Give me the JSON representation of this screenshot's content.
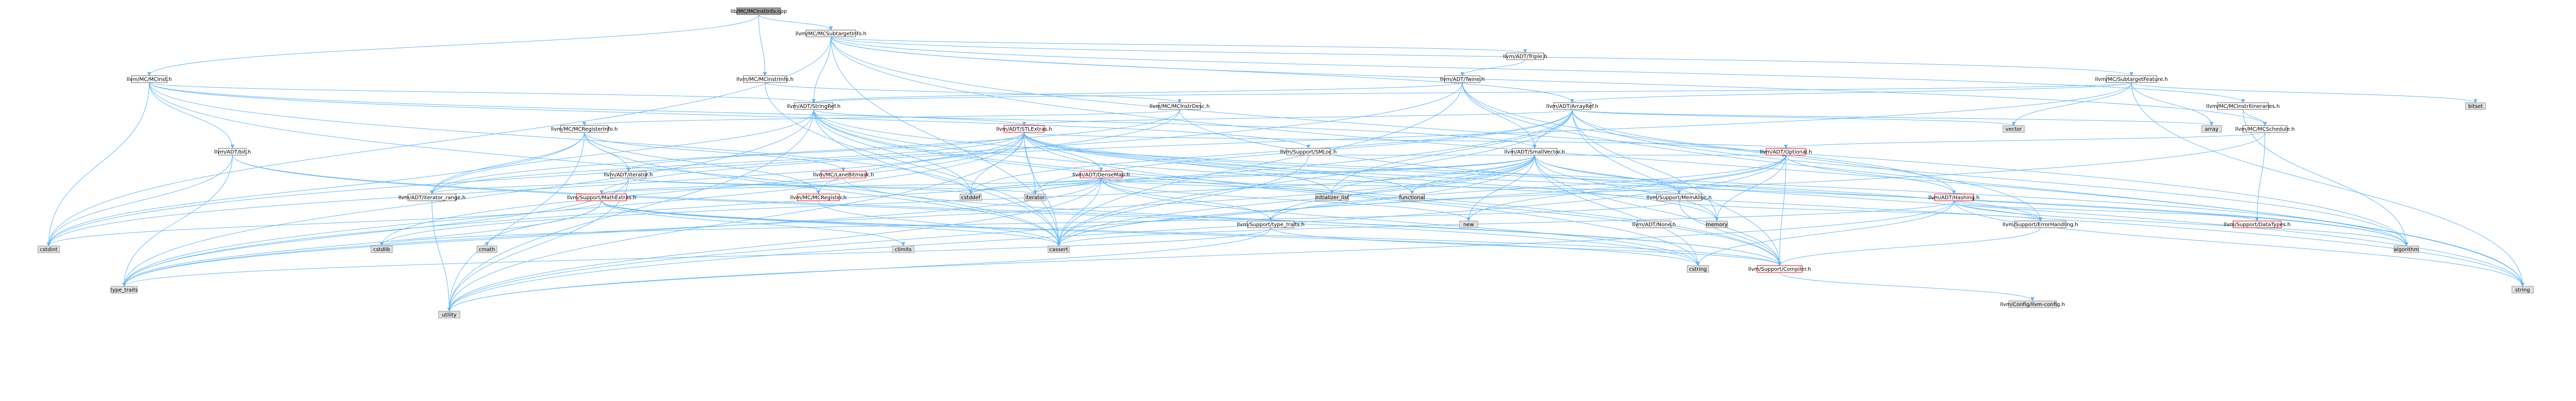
{
  "title": "",
  "colors": {
    "edge": "#63b8ff",
    "root_fill": "#999999",
    "file_fill": "#ffffff",
    "external_fill": "#e0e0e0",
    "truncated_border": "#ff0000"
  },
  "nodes": [
    {
      "id": "root",
      "label": "lib/MC/MCInstInfo.cpp",
      "kind": "root"
    },
    {
      "id": "mcsti",
      "label": "llvm/MC/MCSubtargetInfo.h",
      "kind": "file"
    },
    {
      "id": "mcinst",
      "label": "llvm/MC/MCInst.h",
      "kind": "file"
    },
    {
      "id": "mcinstinfo",
      "label": "llvm/MC/MCInstrInfo.h",
      "kind": "file"
    },
    {
      "id": "triple",
      "label": "llvm/ADT/Triple.h",
      "kind": "file"
    },
    {
      "id": "twine",
      "label": "llvm/ADT/Twine.h",
      "kind": "file"
    },
    {
      "id": "stf",
      "label": "llvm/MC/SubtargetFeature.h",
      "kind": "file"
    },
    {
      "id": "stringref",
      "label": "llvm/ADT/StringRef.h",
      "kind": "file"
    },
    {
      "id": "instrdesc",
      "label": "llvm/MC/MCInstrDesc.h",
      "kind": "file"
    },
    {
      "id": "arrayref",
      "label": "llvm/ADT/ArrayRef.h",
      "kind": "file"
    },
    {
      "id": "itin",
      "label": "llvm/MC/MCInstrItineraries.h",
      "kind": "file"
    },
    {
      "id": "sched",
      "label": "llvm/MC/MCSchedule.h",
      "kind": "file"
    },
    {
      "id": "bitset",
      "label": "bitset",
      "kind": "ext"
    },
    {
      "id": "reginfo",
      "label": "llvm/MC/MCRegisterInfo.h",
      "kind": "file"
    },
    {
      "id": "stlextras",
      "label": "llvm/ADT/STLExtras.h",
      "kind": "trunc"
    },
    {
      "id": "smloc",
      "label": "llvm/Support/SMLoc.h",
      "kind": "file"
    },
    {
      "id": "smallvec",
      "label": "llvm/ADT/SmallVector.h",
      "kind": "file"
    },
    {
      "id": "optional",
      "label": "llvm/ADT/Optional.h",
      "kind": "trunc"
    },
    {
      "id": "adtbit",
      "label": "llvm/ADT/bit.h",
      "kind": "file"
    },
    {
      "id": "iterator",
      "label": "llvm/ADT/iterator.h",
      "kind": "file"
    },
    {
      "id": "lanebit",
      "label": "llvm/MC/LaneBitmask.h",
      "kind": "trunc"
    },
    {
      "id": "densemap",
      "label": "llvm/ADT/DenseMap.h",
      "kind": "trunc"
    },
    {
      "id": "iterrange",
      "label": "llvm/ADT/iterator_range.h",
      "kind": "file"
    },
    {
      "id": "mathextras",
      "label": "llvm/Support/MathExtras.h",
      "kind": "trunc"
    },
    {
      "id": "mcregister",
      "label": "llvm/MC/MCRegister.h",
      "kind": "trunc"
    },
    {
      "id": "hashing",
      "label": "llvm/ADT/Hashing.h",
      "kind": "trunc"
    },
    {
      "id": "memalloc",
      "label": "llvm/Support/MemAlloc.h",
      "kind": "file"
    },
    {
      "id": "typetraits",
      "label": "llvm/Support/type_traits.h",
      "kind": "file"
    },
    {
      "id": "adtnone",
      "label": "llvm/ADT/None.h",
      "kind": "file"
    },
    {
      "id": "errhandling",
      "label": "llvm/Support/ErrorHandling.h",
      "kind": "file"
    },
    {
      "id": "datatypes",
      "label": "llvm/Support/DataTypes.h",
      "kind": "trunc"
    },
    {
      "id": "compiler",
      "label": "llvm/Support/Compiler.h",
      "kind": "trunc"
    },
    {
      "id": "llvmconfig",
      "label": "llvm/Config/llvm-config.h",
      "kind": "ext"
    },
    {
      "id": "vector",
      "label": "vector",
      "kind": "ext"
    },
    {
      "id": "array",
      "label": "array",
      "kind": "ext"
    },
    {
      "id": "cstdint",
      "label": "cstdint",
      "kind": "ext"
    },
    {
      "id": "typetraits_std",
      "label": "type_traits",
      "kind": "ext"
    },
    {
      "id": "utility",
      "label": "utility",
      "kind": "ext"
    },
    {
      "id": "cassert",
      "label": "cassert",
      "kind": "ext"
    },
    {
      "id": "string",
      "label": "string",
      "kind": "ext"
    },
    {
      "id": "algorithm",
      "label": "algorithm",
      "kind": "ext"
    },
    {
      "id": "cstddef",
      "label": "cstddef",
      "kind": "ext"
    },
    {
      "id": "iterator_std",
      "label": "iterator",
      "kind": "ext"
    },
    {
      "id": "initlist",
      "label": "initializer_list",
      "kind": "ext"
    },
    {
      "id": "functional",
      "label": "functional",
      "kind": "ext"
    },
    {
      "id": "memory",
      "label": "memory",
      "kind": "ext"
    },
    {
      "id": "new",
      "label": "new",
      "kind": "ext"
    },
    {
      "id": "cstring",
      "label": "cstring",
      "kind": "ext"
    },
    {
      "id": "climits",
      "label": "climits",
      "kind": "ext"
    },
    {
      "id": "cstdlib",
      "label": "cstdlib",
      "kind": "ext"
    },
    {
      "id": "cmath",
      "label": "cmath",
      "kind": "ext"
    }
  ],
  "edges": [
    [
      "root",
      "mcsti"
    ],
    [
      "root",
      "mcinst"
    ],
    [
      "root",
      "mcinstinfo"
    ],
    [
      "mcsti",
      "triple"
    ],
    [
      "mcsti",
      "stf"
    ],
    [
      "mcsti",
      "stringref"
    ],
    [
      "mcsti",
      "arrayref"
    ],
    [
      "mcsti",
      "itin"
    ],
    [
      "mcsti",
      "sched"
    ],
    [
      "mcsti",
      "cstdint"
    ],
    [
      "mcsti",
      "cassert"
    ],
    [
      "mcsti",
      "string"
    ],
    [
      "mcsti",
      "algorithm"
    ],
    [
      "mcinst",
      "stringref"
    ],
    [
      "mcinst",
      "smloc"
    ],
    [
      "mcinst",
      "smallvec"
    ],
    [
      "mcinst",
      "adtbit"
    ],
    [
      "mcinst",
      "cstddef"
    ],
    [
      "mcinst",
      "cassert"
    ],
    [
      "mcinst",
      "cstdint"
    ],
    [
      "mcinstinfo",
      "instrdesc"
    ],
    [
      "mcinstinfo",
      "cassert"
    ],
    [
      "triple",
      "twine"
    ],
    [
      "twine",
      "smallvec"
    ],
    [
      "twine",
      "stringref"
    ],
    [
      "twine",
      "errhandling"
    ],
    [
      "twine",
      "cassert"
    ],
    [
      "twine",
      "cstdint"
    ],
    [
      "twine",
      "string"
    ],
    [
      "stf",
      "arrayref"
    ],
    [
      "stf",
      "stringref"
    ],
    [
      "stf",
      "mathextras"
    ],
    [
      "stf",
      "array"
    ],
    [
      "stf",
      "bitset"
    ],
    [
      "stf",
      "vector"
    ],
    [
      "stf",
      "string"
    ],
    [
      "stringref",
      "stlextras"
    ],
    [
      "stringref",
      "iterrange"
    ],
    [
      "stringref",
      "compiler"
    ],
    [
      "stringref",
      "algorithm"
    ],
    [
      "stringref",
      "cassert"
    ],
    [
      "stringref",
      "cstddef"
    ],
    [
      "stringref",
      "cstring"
    ],
    [
      "stringref",
      "limits"
    ],
    [
      "stringref",
      "string"
    ],
    [
      "stringref",
      "typetraits_std"
    ],
    [
      "stringref",
      "utility"
    ],
    [
      "instrdesc",
      "reginfo"
    ],
    [
      "instrdesc",
      "iterrange"
    ],
    [
      "instrdesc",
      "mcregister"
    ],
    [
      "instrdesc",
      "string"
    ],
    [
      "arrayref",
      "hashing"
    ],
    [
      "arrayref",
      "none"
    ],
    [
      "arrayref",
      "smallvec"
    ],
    [
      "arrayref",
      "stlextras"
    ],
    [
      "arrayref",
      "compiler"
    ],
    [
      "arrayref",
      "algorithm"
    ],
    [
      "arrayref",
      "array"
    ],
    [
      "arrayref",
      "cassert"
    ],
    [
      "arrayref",
      "cstddef"
    ],
    [
      "arrayref",
      "initlist"
    ],
    [
      "arrayref",
      "iterator_std"
    ],
    [
      "arrayref",
      "memory"
    ],
    [
      "arrayref",
      "typetraits_std"
    ],
    [
      "arrayref",
      "vector"
    ],
    [
      "itin",
      "sched"
    ],
    [
      "itin",
      "algorithm"
    ],
    [
      "sched",
      "optional"
    ],
    [
      "sched",
      "datatypes"
    ],
    [
      "sched",
      "cassert"
    ],
    [
      "reginfo",
      "iterator"
    ],
    [
      "reginfo",
      "iterrange"
    ],
    [
      "reginfo",
      "lanebit"
    ],
    [
      "reginfo",
      "mcregister"
    ],
    [
      "reginfo",
      "cassert"
    ],
    [
      "reginfo",
      "cstdint"
    ],
    [
      "reginfo",
      "utility"
    ],
    [
      "stlextras",
      "optional"
    ],
    [
      "stlextras",
      "densemap"
    ],
    [
      "stlextras",
      "iterator"
    ],
    [
      "stlextras",
      "iterrange"
    ],
    [
      "stlextras",
      "compiler"
    ],
    [
      "stlextras",
      "errhandling"
    ],
    [
      "stlextras",
      "algorithm"
    ],
    [
      "stlextras",
      "cassert"
    ],
    [
      "stlextras",
      "cstddef"
    ],
    [
      "stlextras",
      "cstdint"
    ],
    [
      "stlextras",
      "cstdlib"
    ],
    [
      "stlextras",
      "functional"
    ],
    [
      "stlextras",
      "initlist"
    ],
    [
      "stlextras",
      "iterator_std"
    ],
    [
      "stlextras",
      "memory"
    ],
    [
      "stlextras",
      "typetraits_std"
    ],
    [
      "stlextras",
      "utility"
    ],
    [
      "smloc",
      "optional"
    ],
    [
      "smloc",
      "cassert"
    ],
    [
      "smallvec",
      "memalloc"
    ],
    [
      "smallvec",
      "typetraits"
    ],
    [
      "smallvec",
      "compiler"
    ],
    [
      "smallvec",
      "algorithm"
    ],
    [
      "smallvec",
      "cassert"
    ],
    [
      "smallvec",
      "cstddef"
    ],
    [
      "smallvec",
      "cstdlib"
    ],
    [
      "smallvec",
      "cstring"
    ],
    [
      "smallvec",
      "functional"
    ],
    [
      "smallvec",
      "initlist"
    ],
    [
      "smallvec",
      "iterator_std"
    ],
    [
      "smallvec",
      "limits"
    ],
    [
      "smallvec",
      "memory"
    ],
    [
      "smallvec",
      "new"
    ],
    [
      "smallvec",
      "typetraits_std"
    ],
    [
      "smallvec",
      "utility"
    ],
    [
      "optional",
      "hashing"
    ],
    [
      "optional",
      "none"
    ],
    [
      "optional",
      "compiler"
    ],
    [
      "optional",
      "typetraits"
    ],
    [
      "optional",
      "cassert"
    ],
    [
      "optional",
      "memory"
    ],
    [
      "optional",
      "new"
    ],
    [
      "optional",
      "utility"
    ],
    [
      "adtbit",
      "compiler"
    ],
    [
      "adtbit",
      "cstdint"
    ],
    [
      "adtbit",
      "cstring"
    ],
    [
      "adtbit",
      "typetraits_std"
    ],
    [
      "iterator",
      "iterrange"
    ],
    [
      "iterator",
      "cstddef"
    ],
    [
      "iterator",
      "iterator_std"
    ],
    [
      "iterator",
      "typetraits_std"
    ],
    [
      "iterator",
      "utility"
    ],
    [
      "lanebit",
      "compiler"
    ],
    [
      "lanebit",
      "mathextras"
    ],
    [
      "densemap",
      "mathextras"
    ],
    [
      "densemap",
      "memalloc"
    ],
    [
      "densemap",
      "typetraits"
    ],
    [
      "densemap",
      "cassert"
    ],
    [
      "densemap",
      "cstddef"
    ],
    [
      "densemap",
      "cstring"
    ],
    [
      "densemap",
      "initlist"
    ],
    [
      "densemap",
      "iterator_std"
    ],
    [
      "densemap",
      "new"
    ],
    [
      "densemap",
      "typetraits_std"
    ],
    [
      "densemap",
      "utility"
    ],
    [
      "iterrange",
      "utility"
    ],
    [
      "mathextras",
      "compiler"
    ],
    [
      "mathextras",
      "cassert"
    ],
    [
      "mathextras",
      "climits"
    ],
    [
      "mathextras",
      "cmath"
    ],
    [
      "mathextras",
      "cstdint"
    ],
    [
      "mathextras",
      "cstring"
    ],
    [
      "mathextras",
      "limits"
    ],
    [
      "mathextras",
      "typetraits_std"
    ],
    [
      "mcregister",
      "densemapinfo"
    ],
    [
      "mcregister",
      "cassert"
    ],
    [
      "mcregister",
      "limits"
    ],
    [
      "hashing",
      "errhandling"
    ],
    [
      "hashing",
      "datatypes"
    ],
    [
      "hashing",
      "algorithm"
    ],
    [
      "hashing",
      "cassert"
    ],
    [
      "hashing",
      "cstring"
    ],
    [
      "hashing",
      "string"
    ],
    [
      "hashing",
      "tuple"
    ],
    [
      "hashing",
      "utility"
    ],
    [
      "memalloc",
      "compiler"
    ],
    [
      "memalloc",
      "errhandling"
    ],
    [
      "memalloc",
      "cstdlib"
    ],
    [
      "typetraits",
      "compiler"
    ],
    [
      "typetraits",
      "typetraits_std"
    ],
    [
      "typetraits",
      "utility"
    ],
    [
      "errhandling",
      "compiler"
    ],
    [
      "compiler",
      "llvmconfig"
    ]
  ]
}
